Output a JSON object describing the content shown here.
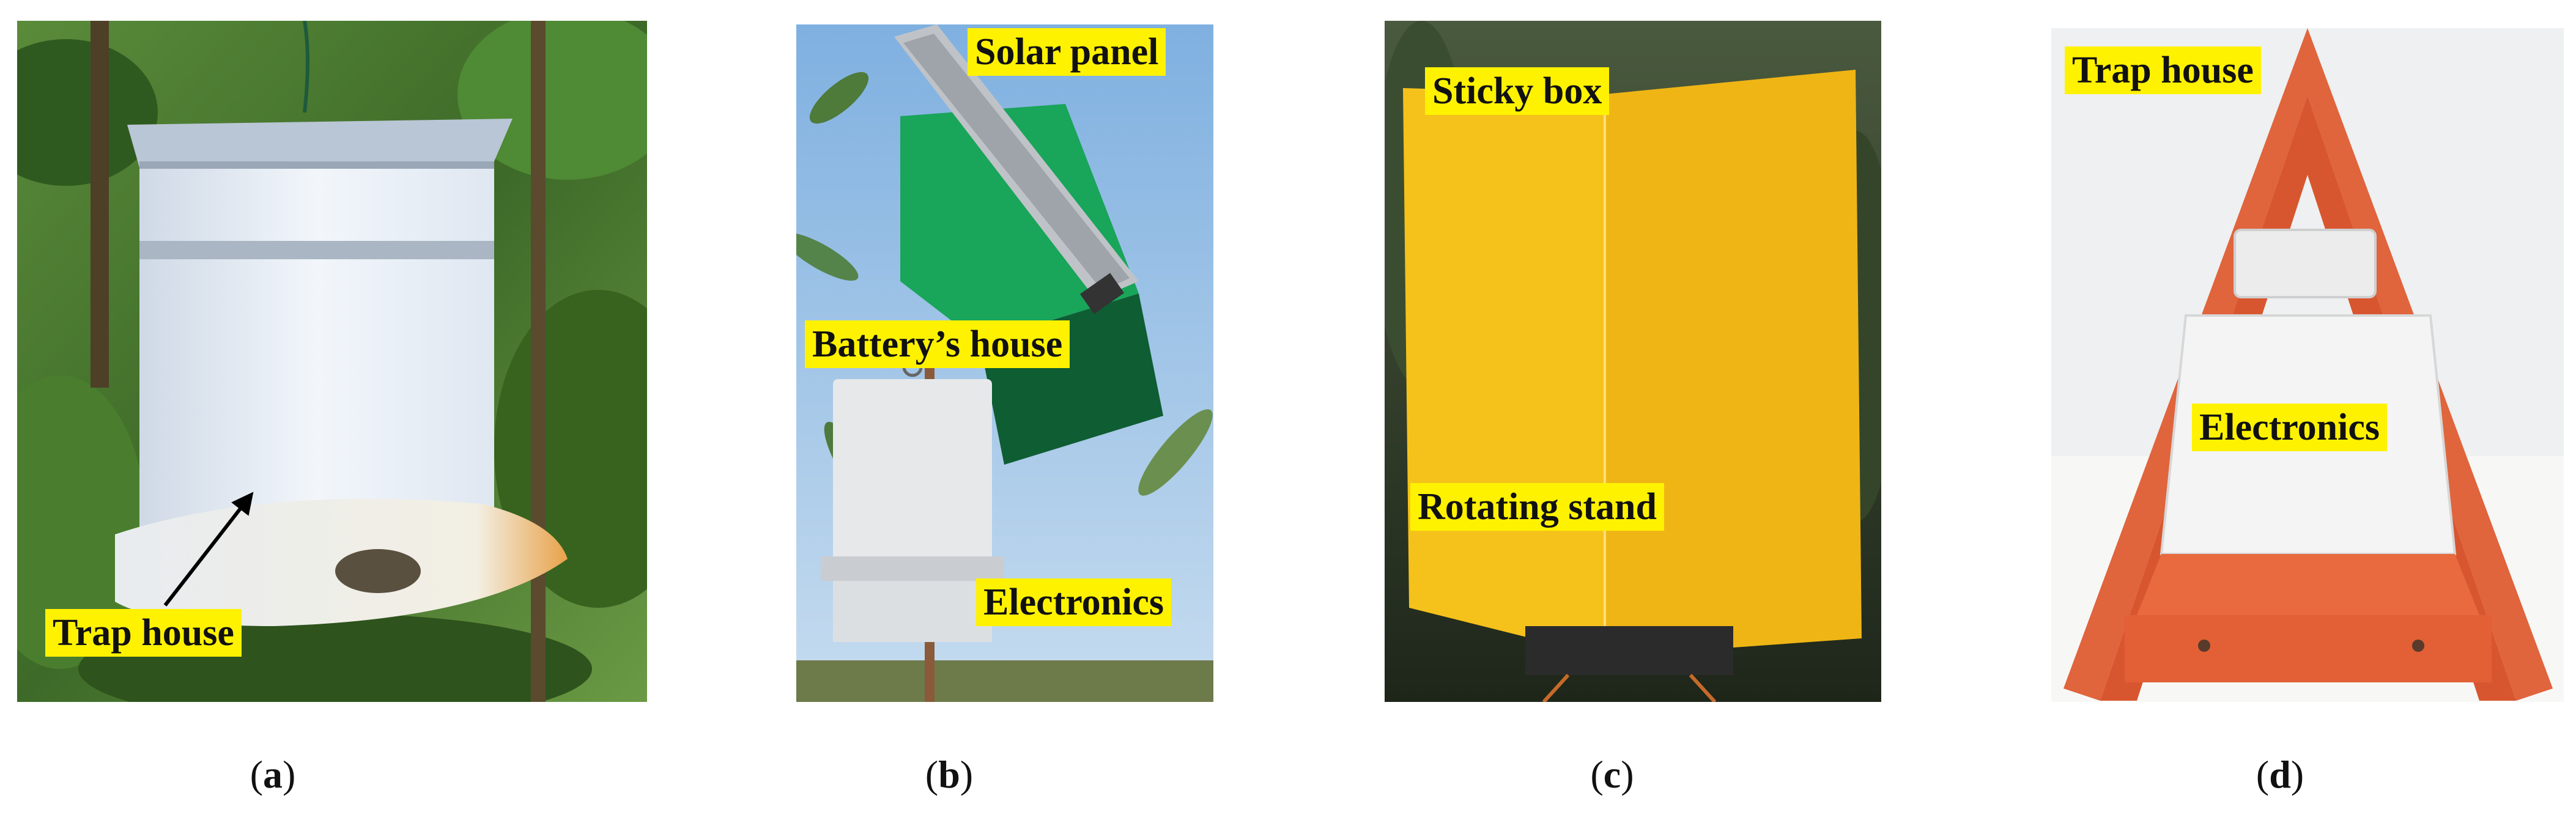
{
  "panels": [
    {
      "id": "a",
      "caption": "a",
      "labels": [
        "Trap house"
      ]
    },
    {
      "id": "b",
      "caption": "b",
      "labels": [
        "Solar panel",
        "Battery’s house",
        "Electronics"
      ]
    },
    {
      "id": "c",
      "caption": "c",
      "labels": [
        "Sticky box",
        "Rotating stand"
      ]
    },
    {
      "id": "d",
      "caption": "d",
      "labels": [
        "Trap house",
        "Electronics"
      ]
    }
  ],
  "colors": {
    "label_background": "#fff200",
    "foliage": "#3f6b2c",
    "sky": "#9cc3e8",
    "sticky_box": "#f2c21a",
    "trap_orange": "#e0643c"
  }
}
